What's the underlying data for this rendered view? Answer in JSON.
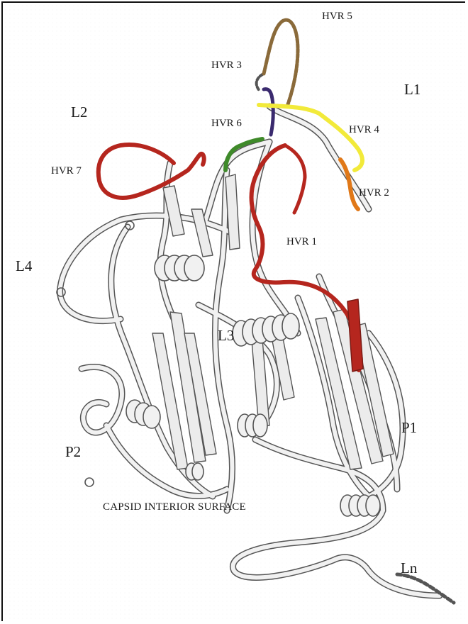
{
  "figure": {
    "labels": {
      "hvr5": "HVR 5",
      "hvr3": "HVR 3",
      "l1": "L1",
      "l2": "L2",
      "hvr6": "HVR 6",
      "hvr4": "HVR 4",
      "hvr7": "HVR 7",
      "hvr2": "HVR 2",
      "hvr1": "HVR 1",
      "l4": "L4",
      "l3": "L3",
      "p1": "P1",
      "p2": "P2",
      "ln": "Ln",
      "caption": "CAPSID INTERIOR SURFACE"
    },
    "colors": {
      "hvr1": "#b5261e",
      "hvr2": "#e07818",
      "hvr3": "#3a2a6e",
      "hvr4": "#f2ea3a",
      "hvr5": "#8a6a3a",
      "hvr6": "#3f8a2a",
      "hvr7": "#b5261e",
      "ribbon": "#efefef",
      "ribbon_edge": "#555555"
    }
  }
}
